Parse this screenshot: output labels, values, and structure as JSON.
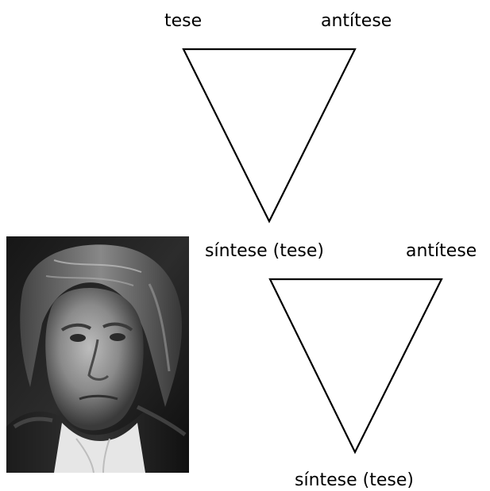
{
  "diagram": {
    "stage1": {
      "thesis_label": "tese",
      "antithesis_label": "antítese"
    },
    "stage2": {
      "synthesis_label": "síntese (tese)",
      "antithesis_label": "antítese"
    },
    "stage3": {
      "synthesis_label": "síntese (tese)"
    }
  },
  "colors": {
    "stroke": "#000000",
    "background": "#ffffff"
  }
}
